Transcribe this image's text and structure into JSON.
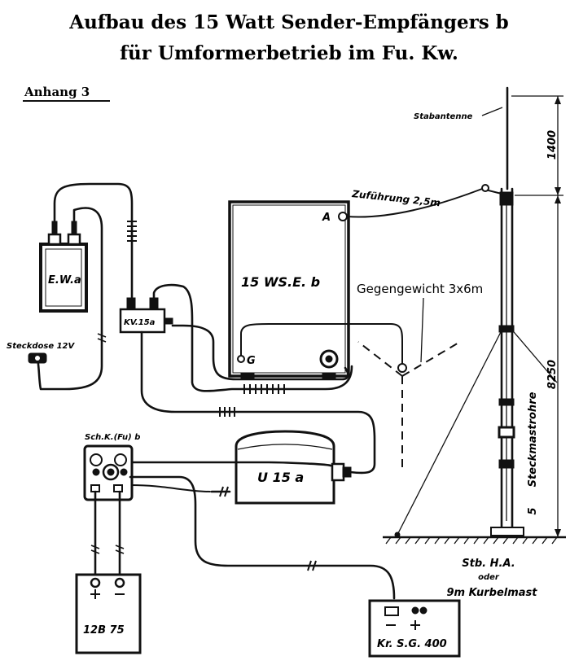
{
  "title": {
    "line1": "Aufbau des 15 Watt Sender-Empfängers b",
    "line2": "für Umformerbetrieb im Fu. Kw."
  },
  "appendix": "Anhang 3",
  "labels": {
    "stabantenne": "Stabantenne",
    "dim_top": "1400",
    "zufuehrung": "Zuführung 2,5m",
    "transceiver": "15 WS.E. b",
    "terminal_a": "A",
    "terminal_g": "G",
    "gegengewicht": "Gegengewicht 3x6m",
    "battery": "E.W.a",
    "socket": "Steckdose 12V",
    "connector_box": "KV.15a",
    "converter": "U 15 a",
    "switchbox": "Sch.K.(Fu) b",
    "accumulator": "12B 75",
    "charger": "Kr. S.G. 400",
    "steckmastrohre": "Steckmastrohre",
    "dim_mast": "8250",
    "mast_sections": "5",
    "mast_base_1": "Stb. H.A.",
    "mast_base_2": "oder",
    "mast_base_3": "9m Kurbelmast"
  }
}
